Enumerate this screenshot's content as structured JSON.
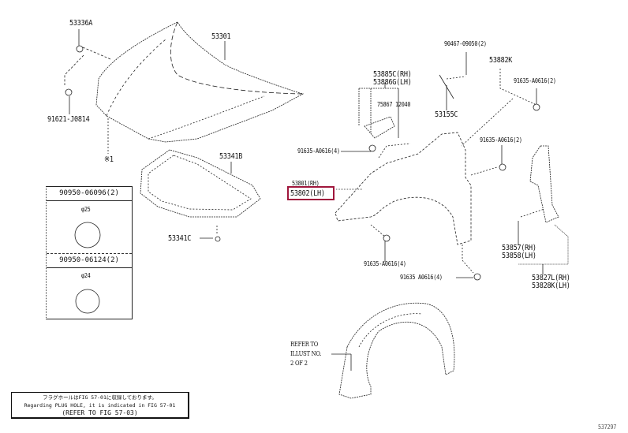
{
  "labels": {
    "hood": "53301",
    "hood_cushion": "53336A",
    "hood_clip": "91621-J0814",
    "star1": "※1",
    "hood_seal": "53341B",
    "hood_seal_clip": "53341C",
    "bolt_top": "90467-09050(2)",
    "protector": "53882K",
    "bolt_a_2_top": "91635-A0616(2)",
    "bracket_rh": "53885C(RH)",
    "bracket_lh": "53886G(LH)",
    "clip_pair": "75867  12040",
    "seal_plate": "53155C",
    "bolt_a_4_left": "91635-A0616(4)",
    "bolt_a_2_mid": "91635-A0616(2)",
    "fender_rh": "53801(RH)",
    "fender_lh": "53802(LH)",
    "bolt_a_4_bottom": "91635-A0616(4)",
    "bolt_a_4_lower": "91635 A0616(4)",
    "seal_rh": "53857(RH)",
    "seal_lh": "53858(LH)",
    "liner_rh": "53827L(RH)",
    "liner_lh": "53828K(LH)",
    "refer_1": "REFER TO",
    "refer_2": "ILLUST NO.",
    "refer_3": "2 OF 2",
    "figure_id": "537297"
  },
  "plug_box": {
    "title": "※1",
    "items": [
      {
        "part": "90950-06096(2)",
        "diameter": "φ25"
      },
      {
        "part": "90950-06124(2)",
        "diameter": "φ24"
      }
    ]
  },
  "note": {
    "line1": "フラグホールはFIG 57-01に収録しております。",
    "line2": "Regarding PLUG HOLE, it is indicated in FIG 57-01",
    "line3": "(REFER TO FIG 57-03)"
  },
  "highlight_color": "#a0163c"
}
